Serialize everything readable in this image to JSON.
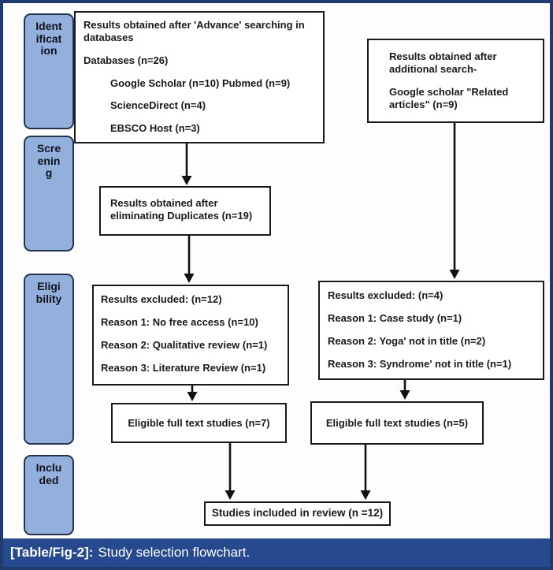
{
  "figure": {
    "caption": {
      "tag": "[Table/Fig-2]:",
      "text": "Study selection flowchart."
    }
  },
  "sidebar": {
    "stages": [
      {
        "label": "Identification"
      },
      {
        "label": "Screening"
      },
      {
        "label": "Eligibility"
      },
      {
        "label": "Included"
      }
    ]
  },
  "flowchart": {
    "boxes": {
      "advance": {
        "lines": [
          "Results obtained after 'Advance' searching in databases",
          "Databases (n=26)",
          "Google Scholar (n=10) Pubmed (n=9)",
          "ScienceDirect (n=4)",
          "EBSCO Host (n=3)"
        ]
      },
      "additional": {
        "lines": [
          "Results obtained after additional search-",
          "Google scholar \"Related articles\" (n=9)"
        ]
      },
      "duplicates": {
        "lines": [
          "Results obtained after",
          "eliminating Duplicates (n=19)"
        ]
      },
      "excluded_left": {
        "lines": [
          "Results excluded: (n=12)",
          "Reason 1: No free access (n=10)",
          "Reason 2: Qualitative review (n=1)",
          "Reason 3: Literature Review (n=1)"
        ]
      },
      "excluded_right": {
        "lines": [
          "Results excluded: (n=4)",
          "Reason 1: Case study (n=1)",
          "Reason 2: Yoga' not in title (n=2)",
          "Reason 3: Syndrome' not in title (n=1)"
        ]
      },
      "eligible_left": {
        "lines": [
          "Eligible full text studies (n=7)"
        ]
      },
      "eligible_right": {
        "lines": [
          "Eligible full text studies (n=5)"
        ]
      },
      "included": {
        "lines": [
          "Studies included in review (n =12)"
        ]
      }
    }
  },
  "colors": {
    "stage_fill": "#93afdc",
    "stage_border": "#25324f",
    "frame_border": "#1f3b70",
    "caption_bg": "#27498e",
    "box_border": "#1a1a1a",
    "text": "#191919",
    "caption_text": "#ffffff"
  }
}
